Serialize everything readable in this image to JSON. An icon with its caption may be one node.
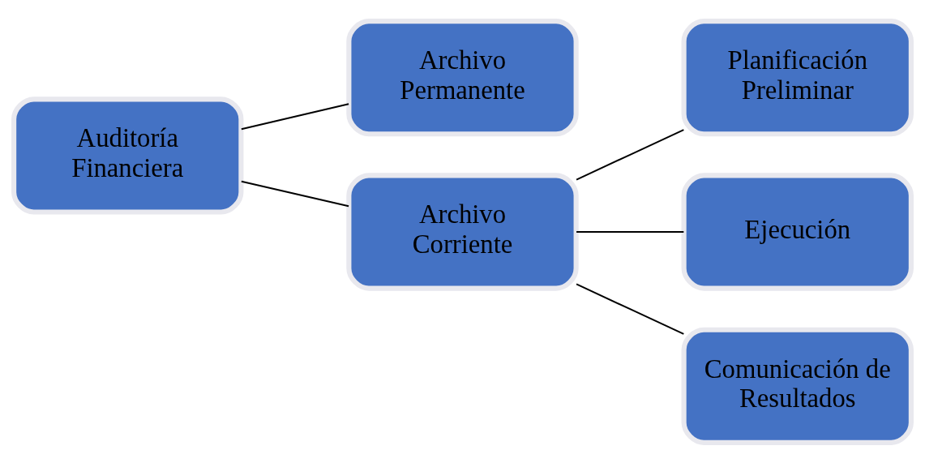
{
  "diagram": {
    "nodes": [
      {
        "text": [
          "Auditoría Financiera"
        ]
      },
      {
        "text": [
          "Archivo Permanente"
        ]
      },
      {
        "text": [
          "Archivo Corriente"
        ]
      },
      {
        "text": [
          "Planificación Preliminar"
        ]
      },
      {
        "text": [
          "Ejecución"
        ]
      },
      {
        "text": [
          "Comunicación de Resultados"
        ]
      }
    ],
    "edges": [
      {
        "from": 0,
        "to": 1,
        "arrow": "none"
      },
      {
        "from": 0,
        "to": 2,
        "arrow": "none"
      },
      {
        "from": 2,
        "to": 3,
        "arrow": "none"
      },
      {
        "from": 2,
        "to": 4,
        "arrow": "none"
      },
      {
        "from": 2,
        "to": 5,
        "arrow": "none"
      }
    ]
  }
}
